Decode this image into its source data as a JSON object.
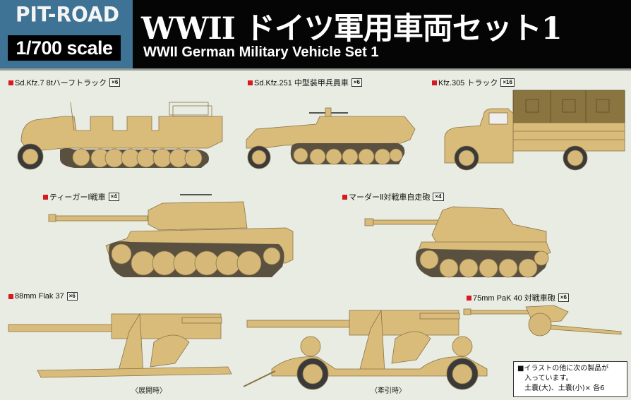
{
  "header": {
    "brand": "PIT-ROAD",
    "scale": "1/700 scale",
    "title_jp": "WWII ドイツ軍用車両セット1",
    "title_en": "WWII German Military Vehicle Set 1"
  },
  "colors": {
    "brand_blue": "#3f7395",
    "header_black": "#050505",
    "background": "#e9ece2",
    "bullet_red": "#d71920",
    "vehicle_tan": "#d9bb7a",
    "canvas_olive": "#8a7440"
  },
  "vehicles": [
    {
      "name": "Sd.Kfz.7 8tハーフトラック",
      "qty": "×6"
    },
    {
      "name": "Sd.Kfz.251 中型装甲兵員車",
      "qty": "×6"
    },
    {
      "name": "Kfz.305 トラック",
      "qty": "×16"
    },
    {
      "name": "ティーガーⅠ戦車",
      "qty": "×4"
    },
    {
      "name": "マーダーⅡ対戦車自走砲",
      "qty": "×4"
    },
    {
      "name": "88mm Flak 37",
      "qty": "×6"
    },
    {
      "name": "75mm PaK 40 対戦車砲",
      "qty": "×6"
    }
  ],
  "captions": {
    "deployed": "〈展開時〉",
    "towed": "〈牽引時〉"
  },
  "note": {
    "line1": "■イラストの他に次の製品が",
    "line2": "入っています。",
    "line3": "土嚢(大)、土嚢(小)× 各6"
  }
}
